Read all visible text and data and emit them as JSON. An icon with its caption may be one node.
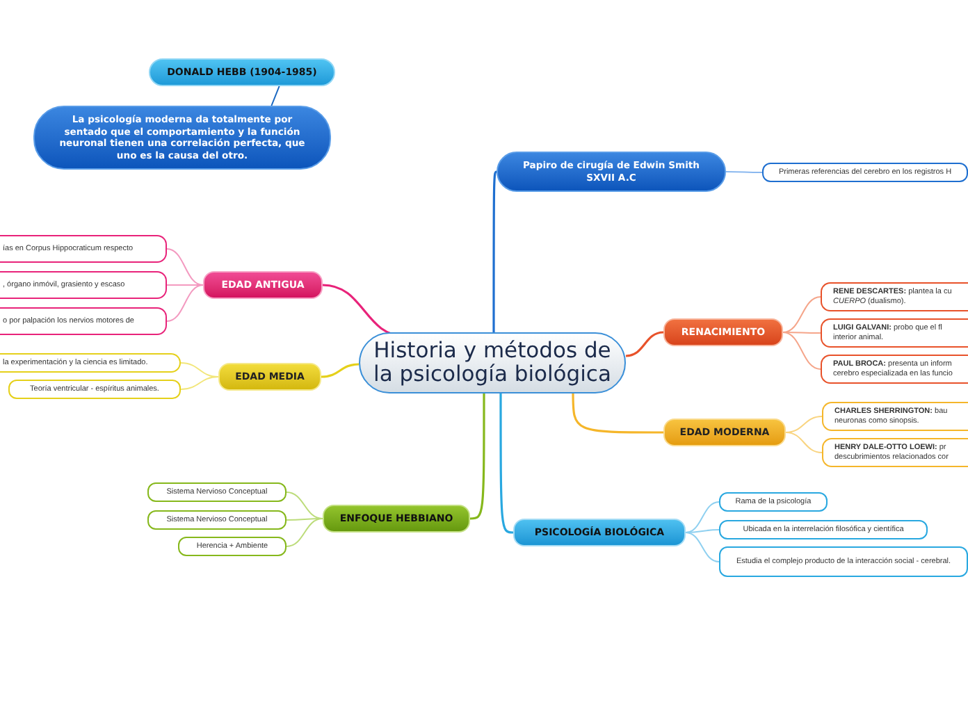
{
  "diagram": {
    "nodes": [
      {
        "text": [
          "Historia y métodos de la psicología biológica"
        ]
      },
      {
        "text": [
          "DONALD HEBB (1904-1985)"
        ]
      },
      {
        "text": [
          "La psicología moderna da totalmente por sentado que el comportamiento y la función neuronal tienen una correlación perfecta, que uno es la causa del otro."
        ]
      },
      {
        "text": [
          "Papiro de cirugía de Edwin Smith SXVII A.C"
        ]
      },
      {
        "text": [
          "Primeras referencias del cerebro en los registros H"
        ]
      },
      {
        "text": [
          "EDAD ANTIGUA"
        ]
      },
      {
        "text": [
          "ías en Corpus Hippocraticum respecto"
        ]
      },
      {
        "text": [
          ", órgano inmóvil, grasiento y escaso"
        ]
      },
      {
        "text": [
          "o por palpación los nervios motores de"
        ]
      },
      {
        "text": [
          "RENACIMIENTO"
        ]
      },
      {
        "text": [
          "**RENE DESCARTES:** plantea la cu *CUERPO* (dualismo)."
        ]
      },
      {
        "text": [
          "**LUIGI GALVANI:** probo que el fl interior animal."
        ]
      },
      {
        "text": [
          "**PAUL BROCA:** presenta un inform cerebro especializada en las funcio"
        ]
      },
      {
        "text": [
          "EDAD MEDIA"
        ]
      },
      {
        "text": [
          "la experimentación y la ciencia es limitado."
        ]
      },
      {
        "text": [
          "Teoría ventricular - espíritus animales."
        ]
      },
      {
        "text": [
          "EDAD MODERNA"
        ]
      },
      {
        "text": [
          "**CHARLES SHERRINGTON:** bau neuronas como sinopsis."
        ]
      },
      {
        "text": [
          "**HENRY DALE-OTTO LOEWI:** pr descubrimientos relacionados cor"
        ]
      },
      {
        "text": [
          "ENFOQUE HEBBIANO"
        ]
      },
      {
        "text": [
          "Sistema Nervioso Conceptual"
        ]
      },
      {
        "text": [
          "Sistema Nervioso Conceptual"
        ]
      },
      {
        "text": [
          "Herencia + Ambiente"
        ]
      },
      {
        "text": [
          "PSICOLOGÍA BIOLÓGICA"
        ]
      },
      {
        "text": [
          "Rama de la psicología"
        ]
      },
      {
        "text": [
          "Ubicada en la interrelación filosófica y científica"
        ]
      },
      {
        "text": [
          "Estudia el complejo producto de la interacción social - cerebral."
        ]
      }
    ],
    "edges": [
      {
        "from": 1,
        "to": 2,
        "arrow": "none",
        "color": "#1565c0"
      },
      {
        "from": 0,
        "to": 3,
        "arrow": "none",
        "color": "#1e6fd0"
      },
      {
        "from": 3,
        "to": 4,
        "arrow": "none",
        "color": "#8ab8ef"
      },
      {
        "from": 0,
        "to": 5,
        "arrow": "none",
        "color": "#e8237a"
      },
      {
        "from": 5,
        "to": 6,
        "arrow": "none",
        "color": "#f39ac0"
      },
      {
        "from": 5,
        "to": 7,
        "arrow": "none",
        "color": "#f39ac0"
      },
      {
        "from": 5,
        "to": 8,
        "arrow": "none",
        "color": "#f39ac0"
      },
      {
        "from": 0,
        "to": 9,
        "arrow": "none",
        "color": "#e8522a"
      },
      {
        "from": 9,
        "to": 10,
        "arrow": "none",
        "color": "#f5a58a"
      },
      {
        "from": 9,
        "to": 11,
        "arrow": "none",
        "color": "#f5a58a"
      },
      {
        "from": 9,
        "to": 12,
        "arrow": "none",
        "color": "#f5a58a"
      },
      {
        "from": 0,
        "to": 13,
        "arrow": "none",
        "color": "#e5d01a"
      },
      {
        "from": 13,
        "to": 14,
        "arrow": "none",
        "color": "#f2e67a"
      },
      {
        "from": 13,
        "to": 15,
        "arrow": "none",
        "color": "#f2e67a"
      },
      {
        "from": 0,
        "to": 16,
        "arrow": "none",
        "color": "#f5b62a"
      },
      {
        "from": 16,
        "to": 17,
        "arrow": "none",
        "color": "#f9d47f"
      },
      {
        "from": 16,
        "to": 18,
        "arrow": "none",
        "color": "#f9d47f"
      },
      {
        "from": 0,
        "to": 19,
        "arrow": "none",
        "color": "#86b81c"
      },
      {
        "from": 19,
        "to": 20,
        "arrow": "none",
        "color": "#bcdc7a"
      },
      {
        "from": 19,
        "to": 21,
        "arrow": "none",
        "color": "#bcdc7a"
      },
      {
        "from": 19,
        "to": 22,
        "arrow": "none",
        "color": "#bcdc7a"
      },
      {
        "from": 0,
        "to": 23,
        "arrow": "none",
        "color": "#29a8e0"
      },
      {
        "from": 23,
        "to": 24,
        "arrow": "none",
        "color": "#8fd0f0"
      },
      {
        "from": 23,
        "to": 25,
        "arrow": "none",
        "color": "#8fd0f0"
      },
      {
        "from": 23,
        "to": 26,
        "arrow": "none",
        "color": "#8fd0f0"
      }
    ]
  }
}
